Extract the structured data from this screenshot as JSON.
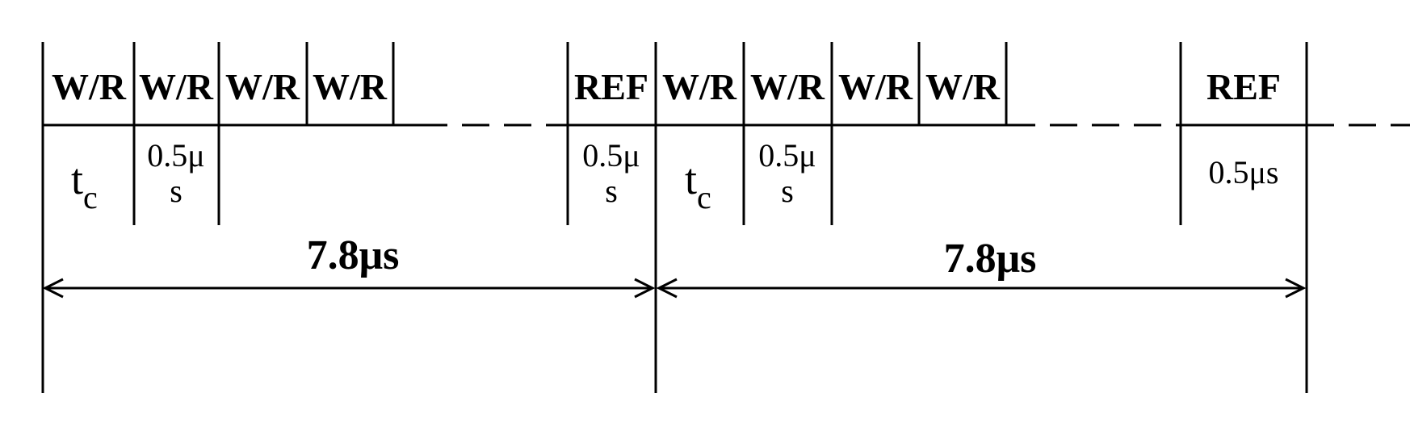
{
  "diagram": {
    "cells": [
      "W/R",
      "W/R",
      "W/R",
      "W/R",
      "REF",
      "W/R",
      "W/R",
      "W/R",
      "W/R",
      "REF"
    ],
    "tc_label": {
      "base": "t",
      "sub": "c"
    },
    "split_duration": {
      "top": "0.5μ",
      "bottom": "s"
    },
    "ref_duration": "0.5μs",
    "period": "7.8μs"
  }
}
